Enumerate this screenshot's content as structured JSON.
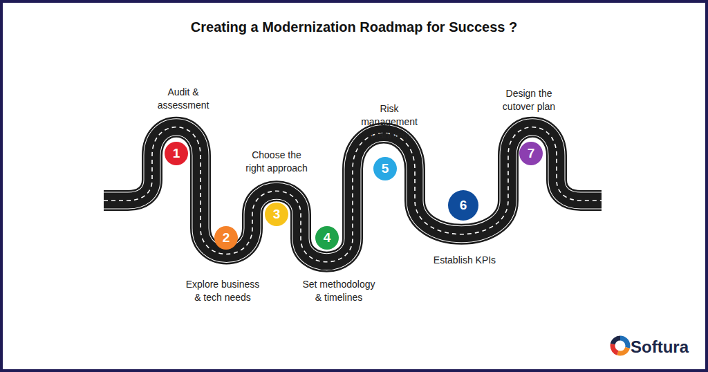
{
  "diagram": {
    "title": "Creating a Modernization Roadmap for Success ?",
    "nodes": [
      {
        "text": [
          "1",
          "Audit & assessment"
        ]
      },
      {
        "text": [
          "2",
          "Explore business & tech needs"
        ]
      },
      {
        "text": [
          "3",
          "Choose the right approach"
        ]
      },
      {
        "text": [
          "4",
          "Set methodology & timelines"
        ]
      },
      {
        "text": [
          "5",
          "Risk management planning"
        ]
      },
      {
        "text": [
          "6",
          "Establish KPIs"
        ]
      },
      {
        "text": [
          "7",
          "Design the cutover plan"
        ]
      }
    ],
    "labels": [
      "Softura"
    ]
  }
}
